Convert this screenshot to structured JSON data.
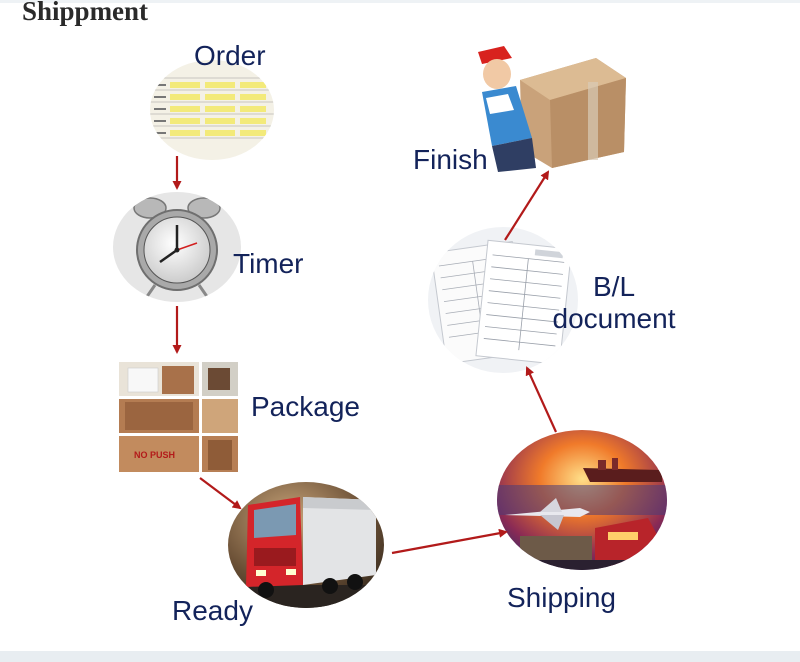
{
  "title": "Shippment",
  "steps": {
    "order": "Order",
    "timer": "Timer",
    "package": "Package",
    "ready": "Ready",
    "shipping": "Shipping",
    "bl_line1": "B/L",
    "bl_line2": "document",
    "finish": "Finish"
  },
  "package_photo_text": "NO PUSH",
  "colors": {
    "arrow": "#b21a1a",
    "label": "#13235a",
    "title": "#2a2a2a"
  }
}
